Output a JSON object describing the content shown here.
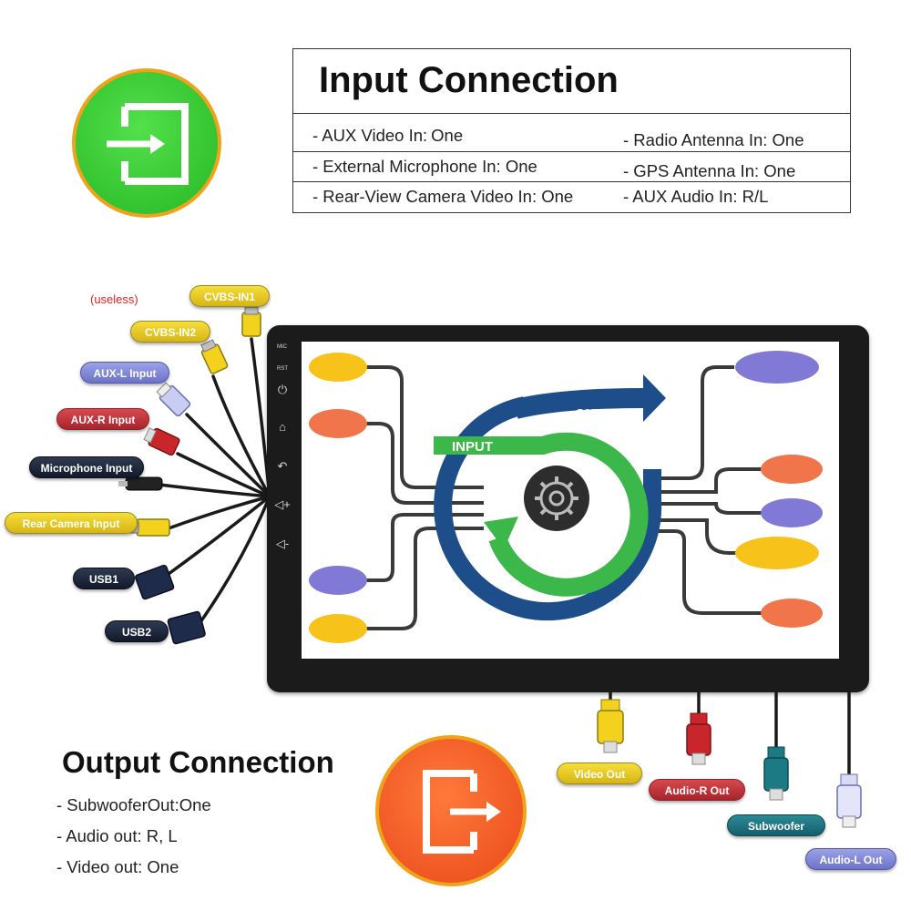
{
  "input_section": {
    "title": "Input Connection",
    "items_left": [
      "- AUX Video In:",
      "- External Microphone In: One",
      "- Rear-View Camera Video In: One"
    ],
    "aux_video_value": "One",
    "items_right": [
      "- Radio Antenna In: One",
      "- GPS Antenna In: One",
      "- AUX Audio In: R/L"
    ]
  },
  "screen_diagram": {
    "input_label": "INPUT",
    "output_label": "OUTPUT"
  },
  "side_panel": {
    "mic_label": "MIC",
    "rst_label": "RST"
  },
  "input_cables": {
    "note": "(useless)",
    "labels": [
      "CVBS-IN1",
      "CVBS-IN2",
      "AUX-L Input",
      "AUX-R Input",
      "Microphone Input",
      "Rear Camera Input",
      "USB1",
      "USB2"
    ]
  },
  "output_cables": {
    "labels": [
      "Video Out",
      "Audio-R Out",
      "Subwoofer",
      "Audio-L Out"
    ]
  },
  "output_section": {
    "title": "Output Connection",
    "items": [
      "- SubwooferOut:One",
      "- Audio out: R, L",
      "- Video out: One"
    ]
  },
  "colors": {
    "input_circle": "#2ecc2e",
    "output_circle": "#f25a1f",
    "ring_blue": "#1d4e8a",
    "ring_green": "#3cb84a",
    "bubble_yellow": "#f7c21a",
    "bubble_orange": "#f0754a",
    "bubble_purple": "#8179d6"
  },
  "icons": [
    "input-icon",
    "output-icon",
    "power-icon",
    "home-icon",
    "back-icon",
    "volume-up-icon",
    "volume-down-icon",
    "gear-icon"
  ]
}
